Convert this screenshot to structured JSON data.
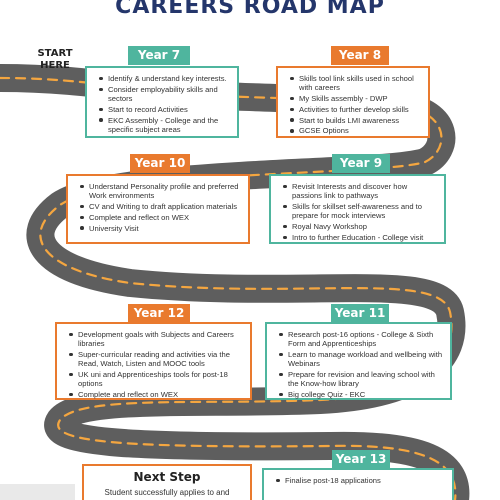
{
  "title": "CAREERS ROAD MAP",
  "start_label": "START HERE",
  "years": [
    {
      "label": "Year 7",
      "items": [
        "Identify & understand key interests.",
        "Consider employability skills and sectors",
        "Start to record Activities",
        "EKC Assembly - College and the specific subject areas"
      ]
    },
    {
      "label": "Year 8",
      "items": [
        "Skills tool link skills used in school with careers",
        "My Skills assembly - DWP",
        "Activities to further develop skills",
        "Start to builds LMI awareness",
        "GCSE Options"
      ]
    },
    {
      "label": "Year 9",
      "items": [
        "Revisit Interests and discover how passions link to pathways",
        "Skills for skillset self-awareness and to prepare for mock interviews",
        "Royal Navy Workshop",
        "Intro to further Education -  College visit"
      ]
    },
    {
      "label": "Year 10",
      "items": [
        "Understand Personality profile and preferred Work environments",
        "CV and Writing to draft application materials",
        "Complete and reflect on WEX",
        "University Visit"
      ]
    },
    {
      "label": "Year 11",
      "items": [
        "Research post-16 options - College & Sixth Form and Apprenticeships",
        " Learn to manage workload and wellbeing with Webinars",
        "Prepare for revision and leaving school with the Know-how library",
        "Big college Quiz - EKC"
      ]
    },
    {
      "label": "Year 12",
      "items": [
        "Development goals with Subjects and Careers libraries",
        "Super-curricular reading and activities via the Read, Watch, Listen and MOOC tools",
        "UK uni and Apprenticeships tools for post-18 options",
        "Complete and reflect on WEX"
      ]
    },
    {
      "label": "Year 13",
      "items": [
        "Finalise post-18 applications"
      ]
    }
  ],
  "next_step": {
    "title": "Next Step",
    "text": "Student successfully applies to and"
  },
  "colors": {
    "title": "#24366b",
    "orange": "#e97a2e",
    "green": "#4fb59e",
    "road": "#5e5e5e",
    "road_dash": "#f4a640"
  }
}
